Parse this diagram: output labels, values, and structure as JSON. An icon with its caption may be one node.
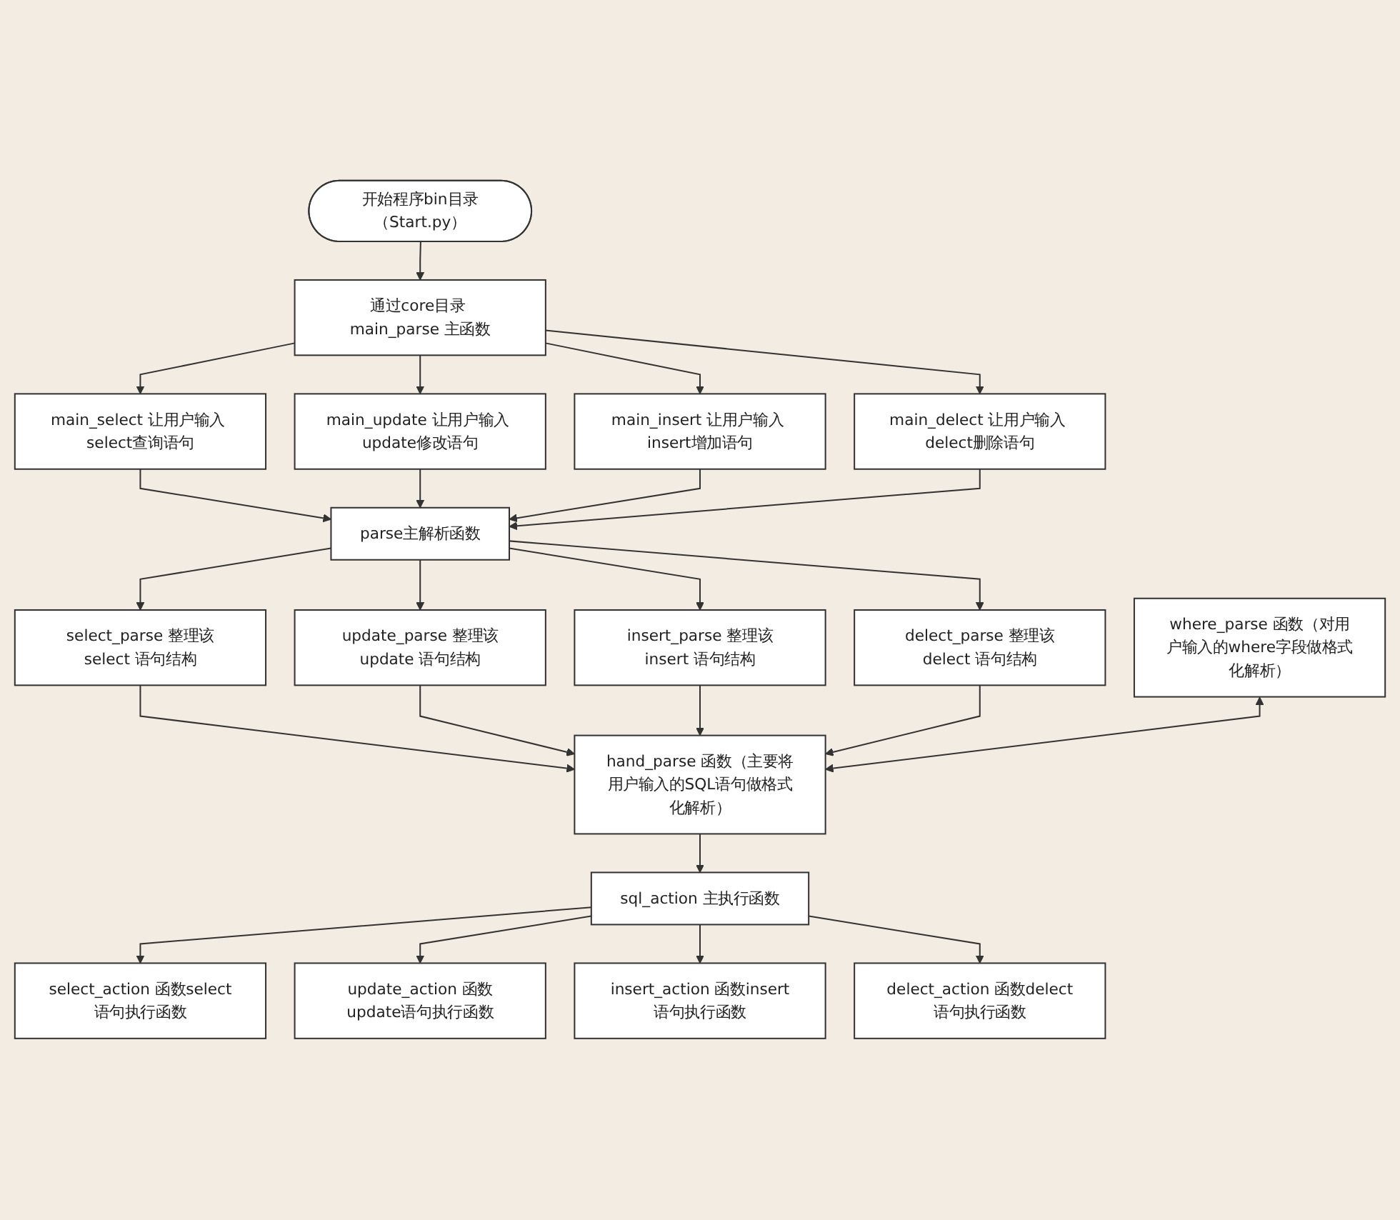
{
  "diagram": {
    "nodes": [
      {
        "text": [
          "开始程序bin目录（Start.py）"
        ]
      },
      {
        "text": [
          "通过core目录 main_parse 主函数"
        ]
      },
      {
        "text": [
          "main_select 让用户输入 select查询语句"
        ]
      },
      {
        "text": [
          "main_update 让用户输入 update修改语句"
        ]
      },
      {
        "text": [
          "main_insert 让用户输入 insert增加语句"
        ]
      },
      {
        "text": [
          "main_delect 让用户输入 delect删除语句"
        ]
      },
      {
        "text": [
          "parse主解析函数"
        ]
      },
      {
        "text": [
          "select_parse 整理该select 语句结构"
        ]
      },
      {
        "text": [
          "update_parse 整理该update 语句结构"
        ]
      },
      {
        "text": [
          "insert_parse 整理该insert 语句结构"
        ]
      },
      {
        "text": [
          "delect_parse 整理该delect 语句结构"
        ]
      },
      {
        "text": [
          "hand_parse 函数（主要将用户输入的SQL语句做格式化解析）"
        ]
      },
      {
        "text": [
          "where_parse 函数（对用户输入的where字段做格式化解析）"
        ]
      },
      {
        "text": [
          "sql_action 主执行函数"
        ]
      },
      {
        "text": [
          "select_action 函数select语句执行函数"
        ]
      },
      {
        "text": [
          "update_action 函数update语句执行函数"
        ]
      },
      {
        "text": [
          "insert_action 函数insert语句执行函数"
        ]
      },
      {
        "text": [
          "delect_action 函数delect语句执行函数"
        ]
      }
    ],
    "edges": [
      {
        "from": 0,
        "to": 1,
        "arrow": "to"
      },
      {
        "from": 1,
        "to": 2,
        "arrow": "to"
      },
      {
        "from": 1,
        "to": 3,
        "arrow": "to"
      },
      {
        "from": 1,
        "to": 4,
        "arrow": "to"
      },
      {
        "from": 1,
        "to": 5,
        "arrow": "to"
      },
      {
        "from": 2,
        "to": 6,
        "arrow": "to"
      },
      {
        "from": 3,
        "to": 6,
        "arrow": "to"
      },
      {
        "from": 4,
        "to": 6,
        "arrow": "to"
      },
      {
        "from": 5,
        "to": 6,
        "arrow": "to"
      },
      {
        "from": 6,
        "to": 7,
        "arrow": "to"
      },
      {
        "from": 6,
        "to": 8,
        "arrow": "to"
      },
      {
        "from": 6,
        "to": 9,
        "arrow": "to"
      },
      {
        "from": 6,
        "to": 10,
        "arrow": "to"
      },
      {
        "from": 7,
        "to": 11,
        "arrow": "to"
      },
      {
        "from": 8,
        "to": 11,
        "arrow": "to"
      },
      {
        "from": 9,
        "to": 11,
        "arrow": "to"
      },
      {
        "from": 10,
        "to": 11,
        "arrow": "to"
      },
      {
        "from": 11,
        "to": 12,
        "arrow": "both"
      },
      {
        "from": 11,
        "to": 13,
        "arrow": "to"
      },
      {
        "from": 13,
        "to": 14,
        "arrow": "to"
      },
      {
        "from": 13,
        "to": 15,
        "arrow": "to"
      },
      {
        "from": 13,
        "to": 16,
        "arrow": "to"
      },
      {
        "from": 13,
        "to": 17,
        "arrow": "to"
      }
    ]
  }
}
